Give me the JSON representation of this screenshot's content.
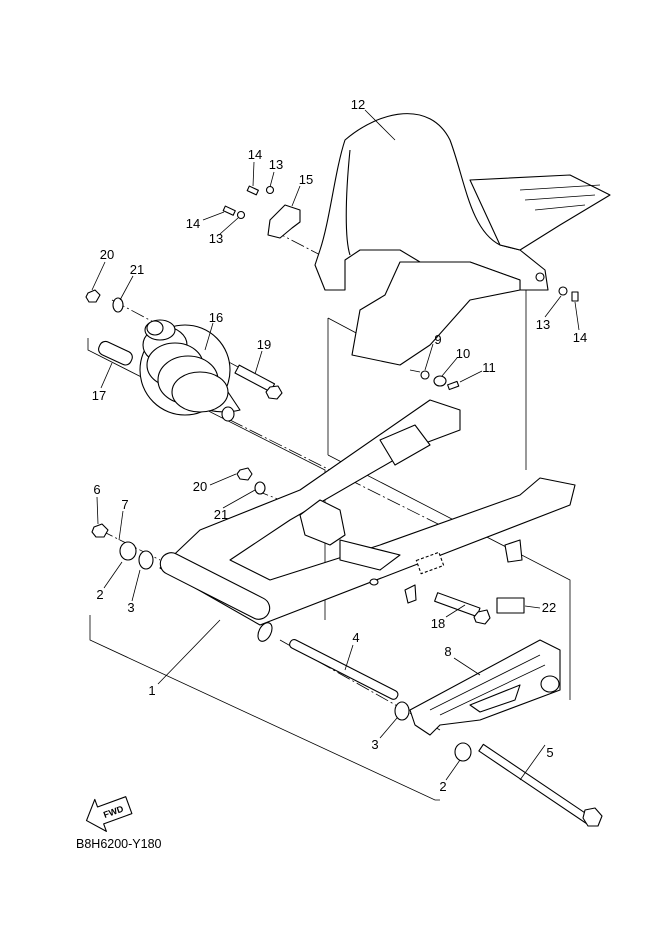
{
  "diagram": {
    "code": "B8H6200-Y180",
    "fwd_label": "FWD",
    "callouts": [
      "12",
      "14",
      "13",
      "15",
      "14",
      "13",
      "20",
      "21",
      "16",
      "19",
      "17",
      "9",
      "10",
      "11",
      "13",
      "14",
      "6",
      "7",
      "20",
      "21",
      "2",
      "3",
      "1",
      "4",
      "8",
      "22",
      "18",
      "3",
      "2",
      "5"
    ]
  }
}
